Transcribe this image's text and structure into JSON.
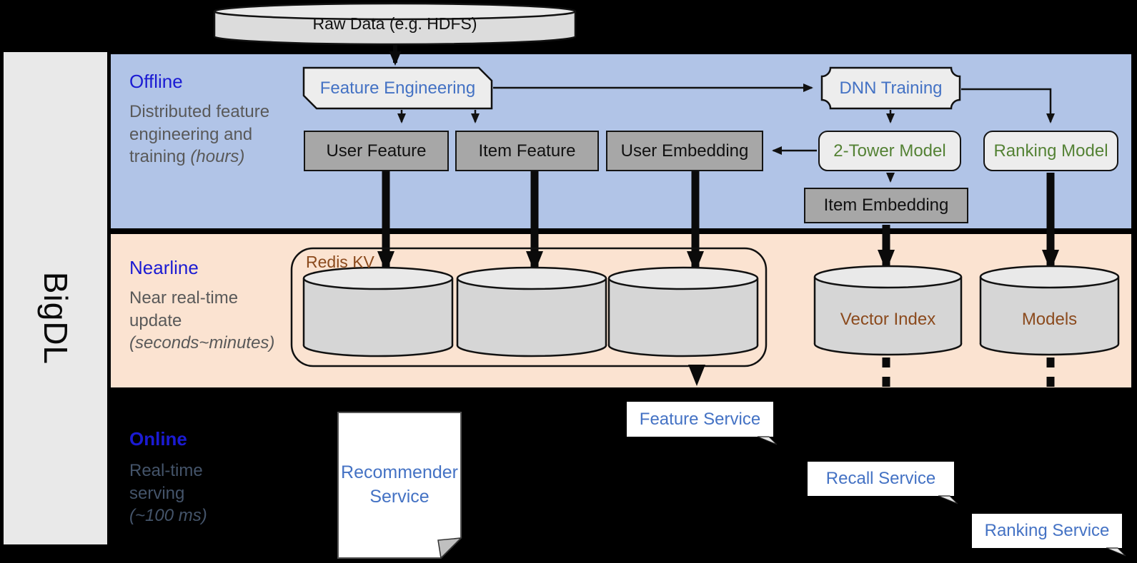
{
  "sidebar": {
    "brand": "BigDL"
  },
  "source": {
    "label": "Raw Data (e.g. HDFS)"
  },
  "bands": {
    "offline": {
      "title": "Offline",
      "description": "Distributed feature engineering and training",
      "description_note": "(hours)"
    },
    "nearline": {
      "title": "Nearline",
      "description": "Near real-time update",
      "description_note": "(seconds~minutes)"
    },
    "online": {
      "title": "Online",
      "description": "Real-time serving",
      "description_note": "(~100 ms)"
    }
  },
  "offline_nodes": {
    "feature_engineering": "Feature Engineering",
    "dnn_training": "DNN Training",
    "user_feature": "User Feature",
    "item_feature": "Item Feature",
    "user_embedding": "User Embedding",
    "two_tower_model": "2-Tower Model",
    "ranking_model": "Ranking Model",
    "item_embedding": "Item Embedding"
  },
  "nearline_nodes": {
    "redis_kv": "Redis KV",
    "vector_index": "Vector Index",
    "models": "Models"
  },
  "online_nodes": {
    "recommender_service": "Recommender Service",
    "feature_service": "Feature Service",
    "recall_service": "Recall Service",
    "ranking_service": "Ranking Service"
  },
  "colors": {
    "offline_band": "#b1c4e7",
    "nearline_band": "#fbe3d1",
    "online_background": "#000000",
    "band_title_blue": "#1b1bd3",
    "node_label_blue": "#4472c4",
    "model_label_green": "#548235",
    "storage_label_brown": "#8b4a1d",
    "description_gray": "#595959",
    "online_description_gray_blue": "#44546a",
    "gray_box": "#a7a7a7",
    "light_box": "#ededed",
    "cylinder_fill": "#d6d6d6"
  }
}
